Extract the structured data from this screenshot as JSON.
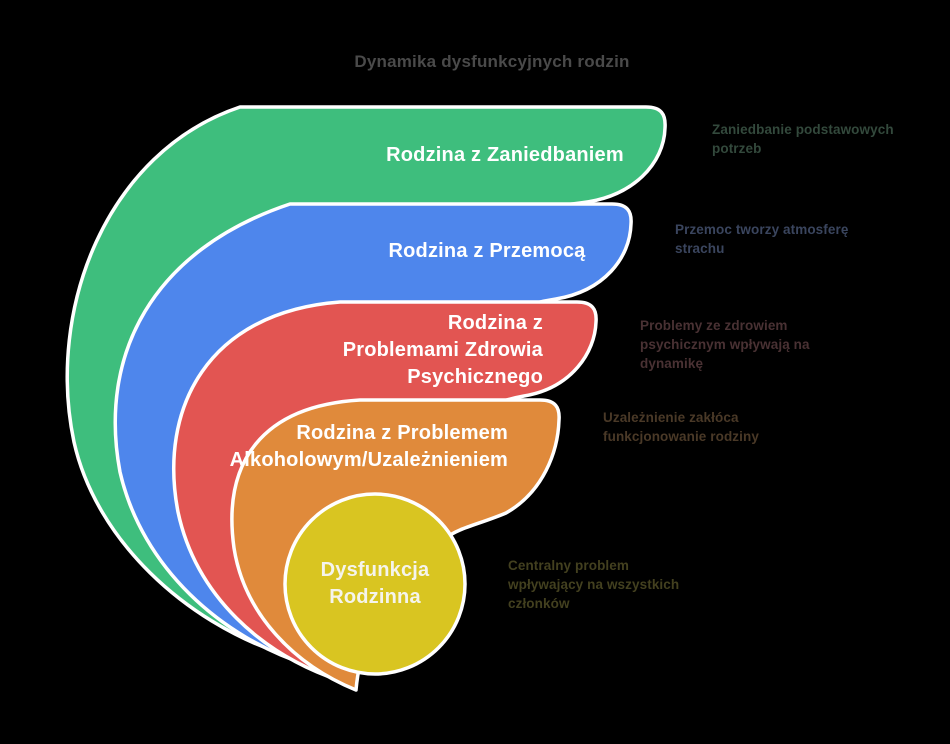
{
  "title": {
    "text": "Dynamika dysfunkcyjnych rodzin",
    "color": "#4a4a4a"
  },
  "diagram": {
    "type": "nested-swirl-funnel",
    "background_color": "#000000",
    "outline_color": "#ffffff",
    "petals": [
      {
        "id": "zaniedbanie",
        "label": "Rodzina z Zaniedbaniem",
        "label_color": "#ffffff",
        "color": "#3ebe7d",
        "note": "Zaniedbanie podstawowych\npotrzeb",
        "note_color": "#33493c"
      },
      {
        "id": "przemoc",
        "label": "Rodzina z Przemocą",
        "label_color": "#ffffff",
        "color": "#4e86ec",
        "note": "Przemoc tworzy atmosferę\nstrachu",
        "note_color": "#3a455e"
      },
      {
        "id": "zdrowie-psychiczne",
        "label": "Rodzina z\nProblemami Zdrowia\nPsychicznego",
        "label_color": "#ffffff",
        "color": "#e25552",
        "note": "Problemy ze zdrowiem\npsychicznym wpływają na\ndynamikę",
        "note_color": "#493133"
      },
      {
        "id": "uzaleznienie",
        "label": "Rodzina z Problemem\nAlkoholowym/Uzależnieniem",
        "label_color": "#ffffff",
        "color": "#e08a3b",
        "note": "Uzależnienie zakłóca\nfunkcjonowanie rodziny",
        "note_color": "#4a3927"
      }
    ],
    "center": {
      "id": "dysfunkcja",
      "label": "Dysfunkcja\nRodzinna",
      "label_color": "#f5f4ec",
      "color": "#d9c521",
      "note": "Centralny problem\nwpływający na wszystkich\nczłonków",
      "note_color": "#43401f"
    }
  }
}
